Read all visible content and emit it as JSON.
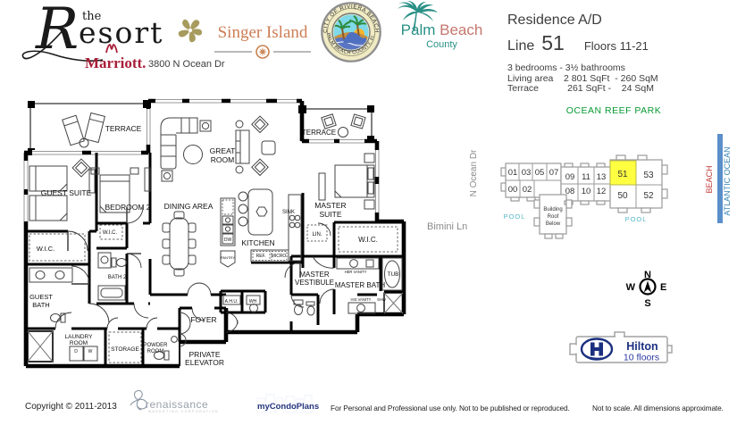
{
  "header": {
    "resort": {
      "the": "the",
      "initial": "R",
      "rest": "esort",
      "brand": "Marriott.",
      "address": "3800 N Ocean Dr"
    },
    "singer_island": "Singer Island",
    "seal": {
      "top": "CITY OF RIVIERA BEACH",
      "bottom": "PALM BEACH COUNTY, FL."
    },
    "palm_beach": {
      "palm": "Palm",
      "beach": "Beach",
      "county": "County"
    },
    "residence": {
      "title": "Residence A/D",
      "line_label": "Line",
      "line_number": "51",
      "floors": "Floors 11-21",
      "bedrooms": "3 bedrooms - 3½ bathrooms",
      "living_line": "Living area    2 801 SqFt  - 260 SqM",
      "terrace_line": "Terrace           261 SqFt -    24 SqM"
    }
  },
  "floor_plan": {
    "rooms": {
      "terrace_left": "TERRACE",
      "terrace_right": "TERRACE",
      "guest_suite": "GUEST SUITE",
      "bedroom2": "BEDROOM 2",
      "great_room": [
        "GREAT",
        "ROOM"
      ],
      "dining_area": "DINING AREA",
      "kitchen": "KITCHEN",
      "master_suite": [
        "MASTER",
        "SUITE"
      ],
      "wic_guest": "W.I.C.",
      "wic_bed2": "W.I.C.",
      "wic_master": "W.I.C.",
      "bath2": "BATH 2",
      "guest_bath": [
        "GUEST",
        "BATH"
      ],
      "laundry": [
        "LAUNDRY",
        "ROOM"
      ],
      "storage": "STORAGE",
      "powder": [
        "POWDER",
        "ROOM"
      ],
      "foyer": "FOYER",
      "private_elevator": [
        "PRIVATE",
        "ELEVATOR"
      ],
      "master_vestibule": [
        "MASTER",
        "VESTIBULE"
      ],
      "master_bath": "MASTER BATH",
      "lin": "LIN."
    },
    "fixtures": {
      "sink": "SINK",
      "tub": "TUB",
      "shw": "SHW",
      "her_vanity": "HER VANITY",
      "his_vanity": "HIS VANITY",
      "ref": "REF.",
      "micro": "MICRO",
      "dw": "DW",
      "pantry": "PANTRY",
      "ahu": "A.H.U.",
      "wh": "WH",
      "d": "D",
      "w": "W"
    }
  },
  "site_plan": {
    "park": "OCEAN REEF PARK",
    "street_vertical": "N Ocean Dr",
    "street_horizontal": "Bimini Ln",
    "beach": "BEACH",
    "ocean": "ATLANTIC OCEAN",
    "pool_left": "POOL",
    "pool_right": "POOL",
    "roof_note": [
      "Building",
      "Roof",
      "Below"
    ],
    "units": {
      "u01": "01",
      "u03": "03",
      "u05": "05",
      "u07": "07",
      "u00": "00",
      "u02": "02",
      "u09": "09",
      "u11": "11",
      "u13": "13",
      "u08": "08",
      "u10": "10",
      "u12": "12",
      "u51": "51",
      "u53": "53",
      "u50": "50",
      "u52": "52"
    },
    "highlight_unit": "51",
    "highlight_color": "#ffff42",
    "compass": {
      "n": "N",
      "e": "E",
      "s": "S",
      "w": "W"
    },
    "hilton": {
      "name": "Hilton",
      "floors": "10 floors"
    }
  },
  "footer": {
    "copyright": "Copyright © 2011-2013",
    "renaissance": "renaissance",
    "renaissance_sub": "MARKETING CORPORATION",
    "mycondoplans": "myCondoPlans",
    "use_note": "For Personal and Professional use only.  Not to be published or reproduced.",
    "scale_note": "Not to scale.  All dimensions approximate."
  }
}
